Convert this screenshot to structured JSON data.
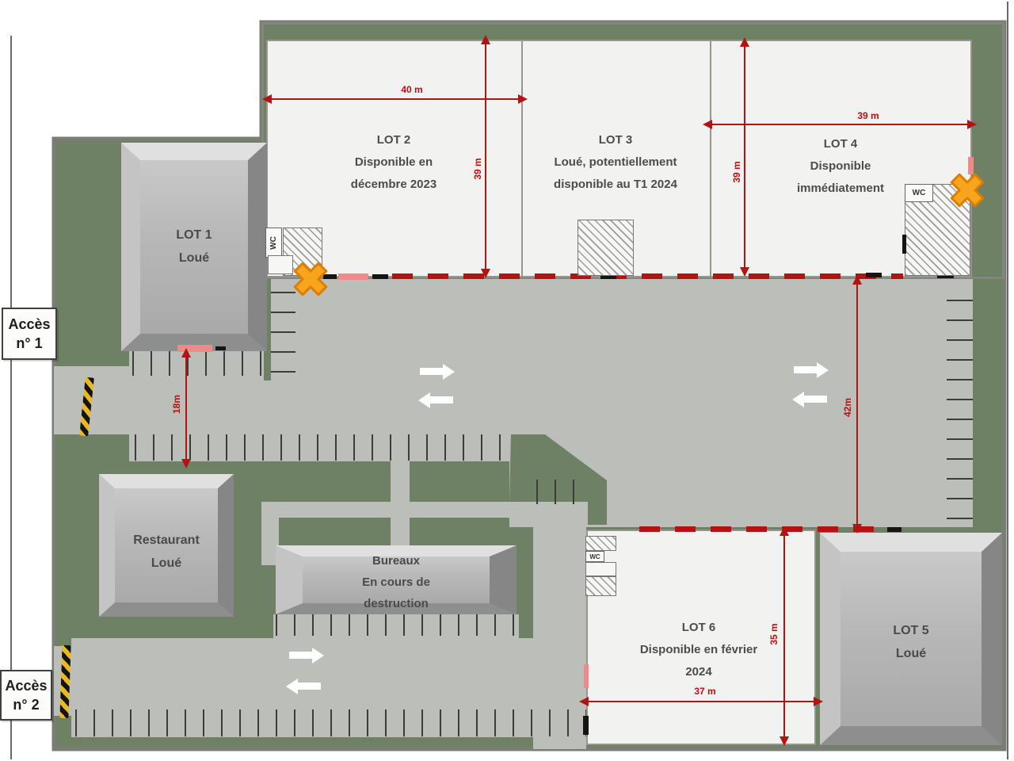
{
  "site": {
    "access_labels": [
      {
        "line1": "Accès",
        "line2": "n° 1"
      },
      {
        "line1": "Accès",
        "line2": "n° 2"
      }
    ],
    "lots": {
      "lot1": {
        "name": "LOT 1",
        "lines": [
          "Loué"
        ]
      },
      "lot2": {
        "name": "LOT 2",
        "lines": [
          "Disponible en",
          "décembre 2023"
        ]
      },
      "lot3": {
        "name": "LOT 3",
        "lines": [
          "Loué, potentiellement",
          "disponible au T1 2024"
        ]
      },
      "lot4": {
        "name": "LOT 4",
        "lines": [
          "Disponible",
          "immédiatement"
        ]
      },
      "lot5": {
        "name": "LOT 5",
        "lines": [
          "Loué"
        ]
      },
      "lot6": {
        "name": "LOT 6",
        "lines": [
          "Disponible en février",
          "2024"
        ]
      }
    },
    "buildings": {
      "restaurant": {
        "line1": "Restaurant",
        "line2": "Loué"
      },
      "bureaux": {
        "line1": "Bureaux",
        "line2": "En cours de",
        "line3": "destruction"
      }
    },
    "dimensions": {
      "lot2_width": "40 m",
      "lot2_height": "39 m",
      "lot3_height": "39 m",
      "lot4_width": "39 m",
      "lot1_road": "18m",
      "yard_depth": "42m",
      "lot6_width": "37 m",
      "lot6_height": "35 m"
    },
    "wc_label": "WC",
    "colors": {
      "landscape_green": "#6E8164",
      "road_gray": "#BCBEBA",
      "lot_fill": "#F2F2F0",
      "dimension_red": "#B51212",
      "marker_pink": "#EF8A8A",
      "cross_orange": "#F7A51C",
      "building_gray": "#B7B7B7",
      "barrier_yellow": "#E9B91F"
    }
  }
}
